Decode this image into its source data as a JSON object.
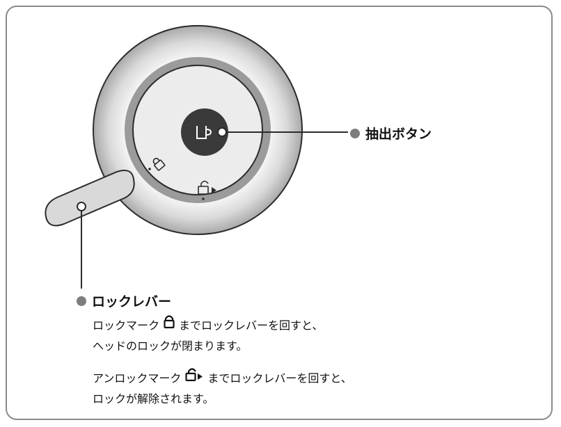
{
  "colors": {
    "outer_ring": "#d4d4d4",
    "outer_ring_edge": "#a8a8a8",
    "band": "#9b9b9b",
    "face": "#ececec",
    "center_button": "#3a3a3a",
    "lever": "#d9d9d9",
    "callout_dot": "#7d7d7d",
    "frame": "#8a8a8a"
  },
  "callouts": {
    "extract_button": "抽出ボタン",
    "lock_lever": "ロックレバー"
  },
  "instructions": {
    "lock_line1_before": "ロックマーク",
    "lock_line1_after": "までロックレバーを回すと、",
    "lock_line2": "ヘッドのロックが閉まります。",
    "unlock_line1_before": "アンロックマーク",
    "unlock_line1_after": "までロックレバーを回すと、",
    "unlock_line2": "ロックが解除されます。"
  },
  "icons": {
    "center": "cup-icon",
    "lock_mark": "lock-icon",
    "unlock_mark": "unlock-icon"
  }
}
